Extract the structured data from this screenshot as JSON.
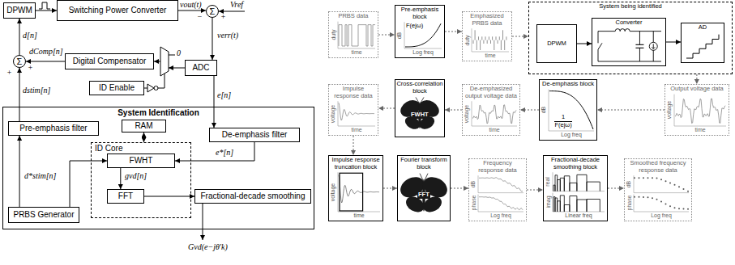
{
  "diagram": {
    "nodes": [
      {
        "text": [
          "DPWM"
        ]
      },
      {
        "text": [
          "Switching Power Converter"
        ]
      },
      {
        "text": [
          "Σ"
        ]
      },
      {
        "text": [
          "Σ"
        ]
      },
      {
        "text": [
          "Digital Compensator"
        ]
      },
      {
        "text": [
          "ADC"
        ]
      },
      {
        "text": [
          "ID Enable"
        ]
      },
      {
        "text": [
          "System Identification"
        ]
      },
      {
        "text": [
          "Pre-emphasis filter"
        ],
        "in": 7
      },
      {
        "text": [
          "RAM"
        ],
        "in": 7
      },
      {
        "text": [
          "De-emphasis filter"
        ],
        "in": 7
      },
      {
        "text": [
          "ID Core"
        ],
        "in": 7
      },
      {
        "text": [
          "FWHT"
        ],
        "in": 11
      },
      {
        "text": [
          "FFT"
        ],
        "in": 11
      },
      {
        "text": [
          "Fractional-decade smoothing"
        ],
        "in": 7
      },
      {
        "text": [
          "PRBS Generator"
        ],
        "in": 7
      },
      {
        "text": [
          "PRBS data",
          "duty",
          "time"
        ]
      },
      {
        "text": [
          "Pre-emphasis block",
          "F(ejω)",
          "dB",
          "Log freq"
        ]
      },
      {
        "text": [
          "Emphasized PRBS data",
          "duty",
          "time"
        ]
      },
      {
        "text": [
          "System being identified"
        ]
      },
      {
        "text": [
          "DPWM"
        ],
        "in": 19
      },
      {
        "text": [
          "Converter"
        ],
        "in": 19
      },
      {
        "text": [
          "AD"
        ],
        "in": 19
      },
      {
        "text": [
          "Impulse response data",
          "voltage",
          "time"
        ]
      },
      {
        "text": [
          "Cross-correlation block",
          "FWHT"
        ]
      },
      {
        "text": [
          "De-emphasized output voltage data",
          "voltage",
          "time"
        ]
      },
      {
        "text": [
          "De-emphasis block",
          "1",
          "F(ejω)",
          "dB",
          "Log freq"
        ]
      },
      {
        "text": [
          "Output voltage data",
          "voltage",
          "time"
        ]
      },
      {
        "text": [
          "Impulse response truncation block",
          "voltage",
          "time"
        ]
      },
      {
        "text": [
          "Fourier transform block",
          "FFT"
        ]
      },
      {
        "text": [
          "Frequency response data",
          "dB",
          "phase",
          "Log freq"
        ]
      },
      {
        "text": [
          "Fractional-decade smoothing block",
          "real",
          "imag",
          "Linear freq"
        ]
      },
      {
        "text": [
          "Smoothed frequency response data",
          "dB",
          "phase",
          "Log freq"
        ]
      }
    ],
    "edges": [
      {
        "from": 3,
        "to": 0,
        "arrow": "to"
      },
      {
        "from": 0,
        "to": 1,
        "arrow": "to"
      },
      {
        "from": 1,
        "to": 2,
        "arrow": "to"
      },
      {
        "from": 2,
        "to": 5,
        "arrow": "to"
      },
      {
        "from": 4,
        "to": 3,
        "arrow": "to"
      },
      {
        "from": 8,
        "to": 3,
        "arrow": "to"
      },
      {
        "from": 15,
        "to": 8,
        "arrow": "to"
      },
      {
        "from": 15,
        "to": 12,
        "arrow": "to"
      },
      {
        "from": 5,
        "to": 10,
        "arrow": "to"
      },
      {
        "from": 10,
        "to": 12,
        "arrow": "to"
      },
      {
        "from": 9,
        "to": 11,
        "arrow": "both"
      },
      {
        "from": 12,
        "to": 13,
        "arrow": "to"
      },
      {
        "from": 13,
        "to": 14,
        "arrow": "to"
      },
      {
        "from": 16,
        "to": 17,
        "arrow": "to"
      },
      {
        "from": 17,
        "to": 18,
        "arrow": "to"
      },
      {
        "from": 18,
        "to": 19,
        "arrow": "to"
      },
      {
        "from": 19,
        "to": 27,
        "arrow": "to"
      },
      {
        "from": 27,
        "to": 26,
        "arrow": "to"
      },
      {
        "from": 26,
        "to": 25,
        "arrow": "to"
      },
      {
        "from": 25,
        "to": 24,
        "arrow": "to"
      },
      {
        "from": 24,
        "to": 23,
        "arrow": "to"
      },
      {
        "from": 23,
        "to": 28,
        "arrow": "to"
      },
      {
        "from": 28,
        "to": 29,
        "arrow": "to"
      },
      {
        "from": 29,
        "to": 30,
        "arrow": "to"
      },
      {
        "from": 30,
        "to": 31,
        "arrow": "to"
      },
      {
        "from": 31,
        "to": 32,
        "arrow": "to"
      },
      {
        "from": 20,
        "to": 21,
        "arrow": "to"
      },
      {
        "from": 21,
        "to": 22,
        "arrow": "to"
      }
    ],
    "labels": [
      "d[n]",
      "dComp[n]",
      "+",
      "+",
      "vout(t)",
      "Vref",
      "−",
      "+",
      "verr(t)",
      "0",
      "e[n]",
      "dstim[n]",
      "d*stim[n]",
      "e*[n]",
      "gvd[n]",
      "Gvd(e−jθ′k)"
    ]
  }
}
